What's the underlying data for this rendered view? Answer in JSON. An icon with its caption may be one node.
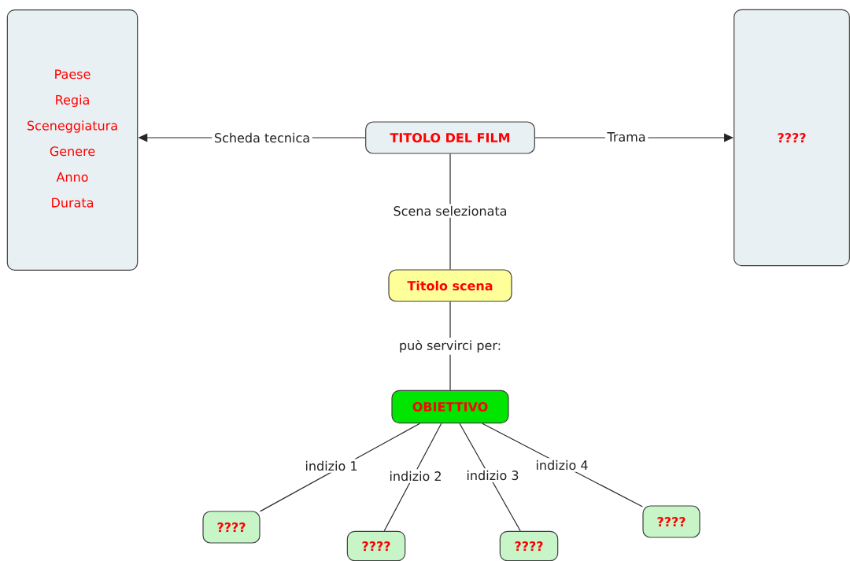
{
  "diagram": {
    "nodes": [
      {
        "text": [
          "TITOLO DEL FILM"
        ]
      },
      {
        "text": [
          "Paese",
          "Regia",
          "Sceneggiatura",
          "Genere",
          "Anno",
          "Durata"
        ]
      },
      {
        "text": [
          "????"
        ]
      },
      {
        "text": [
          "Titolo scena"
        ]
      },
      {
        "text": [
          "OBIETTIVO"
        ]
      },
      {
        "text": [
          "????"
        ]
      },
      {
        "text": [
          "????"
        ]
      },
      {
        "text": [
          "????"
        ]
      },
      {
        "text": [
          "????"
        ]
      }
    ],
    "edges": [
      {
        "from": 0,
        "to": 1,
        "arrow": "to",
        "label": "Scheda tecnica"
      },
      {
        "from": 0,
        "to": 2,
        "arrow": "to",
        "label": "Trama"
      },
      {
        "from": 0,
        "to": 3,
        "arrow": "none",
        "label": "Scena selezionata"
      },
      {
        "from": 3,
        "to": 4,
        "arrow": "none",
        "label": "può servirci per:"
      },
      {
        "from": 4,
        "to": 5,
        "arrow": "none",
        "label": "indizio 1"
      },
      {
        "from": 4,
        "to": 6,
        "arrow": "none",
        "label": "indizio 2"
      },
      {
        "from": 4,
        "to": 7,
        "arrow": "none",
        "label": "indizio 3"
      },
      {
        "from": 4,
        "to": 8,
        "arrow": "none",
        "label": "indizio 4"
      }
    ]
  }
}
